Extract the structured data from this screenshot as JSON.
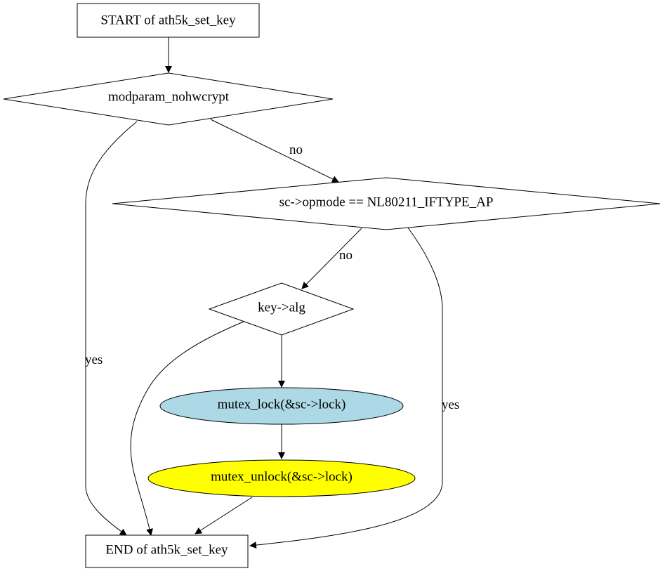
{
  "diagram": {
    "colors": {
      "background": "#ffffff",
      "stroke": "#000000",
      "mutex_lock_fill": "#add8e6",
      "mutex_unlock_fill": "#ffff00",
      "default_fill": "#ffffff"
    },
    "nodes": {
      "start": {
        "label": "START of ath5k_set_key",
        "shape": "box"
      },
      "modparam": {
        "label": "modparam_nohwcrypt",
        "shape": "diamond"
      },
      "opmode": {
        "label": "sc->opmode == NL80211_IFTYPE_AP",
        "shape": "diamond"
      },
      "keyalg": {
        "label": "key->alg",
        "shape": "diamond"
      },
      "mutex_lock": {
        "label": "mutex_lock(&sc->lock)",
        "shape": "ellipse"
      },
      "mutex_unlock": {
        "label": "mutex_unlock(&sc->lock)",
        "shape": "ellipse"
      },
      "end": {
        "label": "END of ath5k_set_key",
        "shape": "box"
      }
    },
    "edges": {
      "start_to_modparam": {
        "from": "start",
        "to": "modparam",
        "label": ""
      },
      "modparam_to_opmode": {
        "from": "modparam",
        "to": "opmode",
        "label": "no"
      },
      "modparam_to_end": {
        "from": "modparam",
        "to": "end",
        "label": "yes"
      },
      "opmode_to_keyalg": {
        "from": "opmode",
        "to": "keyalg",
        "label": "no"
      },
      "opmode_to_end": {
        "from": "opmode",
        "to": "end",
        "label": "yes"
      },
      "keyalg_to_mutex_lock": {
        "from": "keyalg",
        "to": "mutex_lock",
        "label": ""
      },
      "keyalg_to_end": {
        "from": "keyalg",
        "to": "end",
        "label": ""
      },
      "mutex_lock_to_mutex_unlock": {
        "from": "mutex_lock",
        "to": "mutex_unlock",
        "label": ""
      },
      "mutex_unlock_to_end": {
        "from": "mutex_unlock",
        "to": "end",
        "label": ""
      }
    }
  }
}
